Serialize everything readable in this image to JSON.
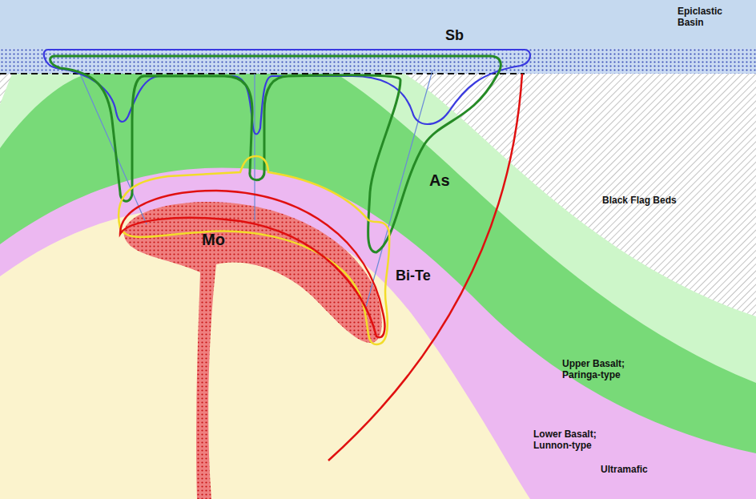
{
  "diagram": {
    "labels": [
      "Epiclastic Basin",
      "Sb",
      "Black Flag Beds",
      "As",
      "Mo",
      "Bi-Te",
      "Upper Basalt; Paringa-type",
      "Lower Basalt; Lunnon-type",
      "Ultramafic"
    ]
  }
}
